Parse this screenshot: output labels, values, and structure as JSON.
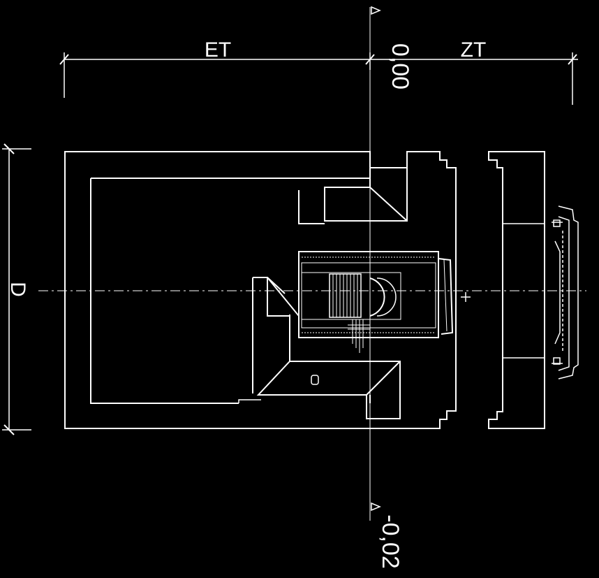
{
  "drawing": {
    "background": "#000000",
    "stroke": "#ffffff",
    "labels": {
      "et": "ET",
      "zt": "ZT",
      "d": "D",
      "level_top": "0,00",
      "level_bottom": "-0,02"
    }
  }
}
